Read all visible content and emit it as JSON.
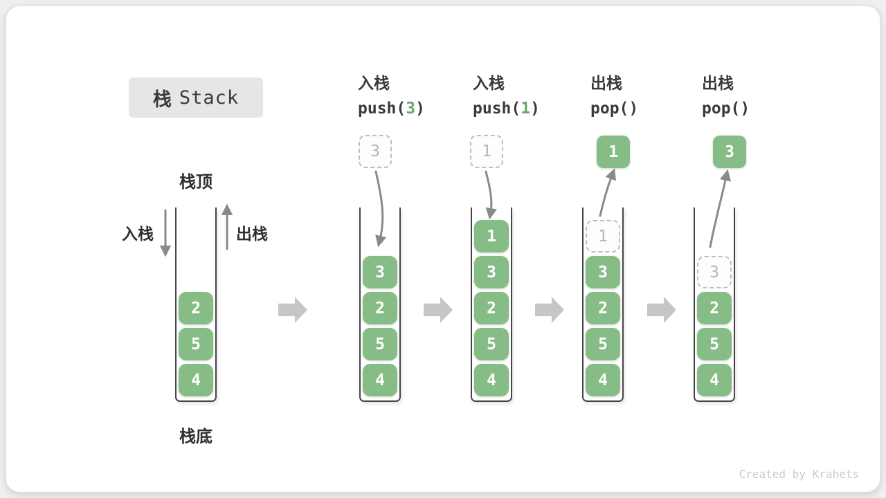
{
  "colors": {
    "green": "#86BD86",
    "green_text": "#69A869",
    "dark_text": "#3A3A3A",
    "gray_arrow": "#8A8A8A",
    "block_arrow": "#C6C6C6",
    "dashed_border": "#BDBDBD",
    "ghost_text": "#B5B5B5",
    "title_bg": "#E6E6E6",
    "wall": "#454545",
    "watermark": "#CACACA",
    "page_bg": "#EFEFEF",
    "card_bg": "#FFFFFF"
  },
  "title": {
    "zh": "栈",
    "en": "Stack"
  },
  "legend": {
    "stack_top": "栈顶",
    "stack_bottom": "栈底",
    "push": "入栈",
    "pop": "出栈"
  },
  "watermark": "Created by Krahets",
  "columns": {
    "c1": {
      "cells": [
        "2",
        "5",
        "4"
      ]
    },
    "c2": {
      "label": "入栈",
      "code_pre": "push(",
      "code_arg": "3",
      "code_post": ")",
      "incoming": "3",
      "cells": [
        "3",
        "2",
        "5",
        "4"
      ]
    },
    "c3": {
      "label": "入栈",
      "code_pre": "push(",
      "code_arg": "1",
      "code_post": ")",
      "incoming": "1",
      "cells": [
        "1",
        "3",
        "2",
        "5",
        "4"
      ]
    },
    "c4": {
      "label": "出栈",
      "code_pre": "pop()",
      "code_arg": "",
      "code_post": "",
      "popped": "1",
      "ghost": "1",
      "cells": [
        "3",
        "2",
        "5",
        "4"
      ]
    },
    "c5": {
      "label": "出栈",
      "code_pre": "pop()",
      "code_arg": "",
      "code_post": "",
      "popped": "3",
      "ghost": "3",
      "cells": [
        "2",
        "5",
        "4"
      ]
    }
  }
}
